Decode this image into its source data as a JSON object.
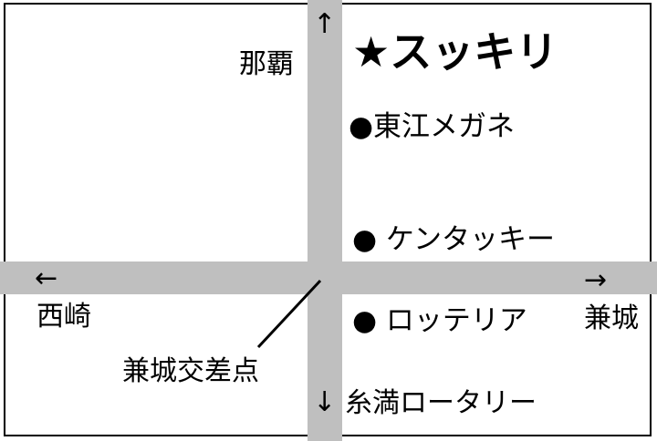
{
  "title": "★スッキリ",
  "roads": {
    "north": {
      "label": "那覇",
      "arrow": "↑"
    },
    "south": {
      "label": "糸満ロータリー",
      "arrow": "↓"
    },
    "west": {
      "label": "西崎",
      "arrow": "←"
    },
    "east": {
      "label": "兼城",
      "arrow": "→"
    }
  },
  "intersection": {
    "label": "兼城交差点"
  },
  "landmarks": [
    {
      "label": "●東江メガネ"
    },
    {
      "label": "● ケンタッキー"
    },
    {
      "label": "● ロッテリア"
    }
  ]
}
